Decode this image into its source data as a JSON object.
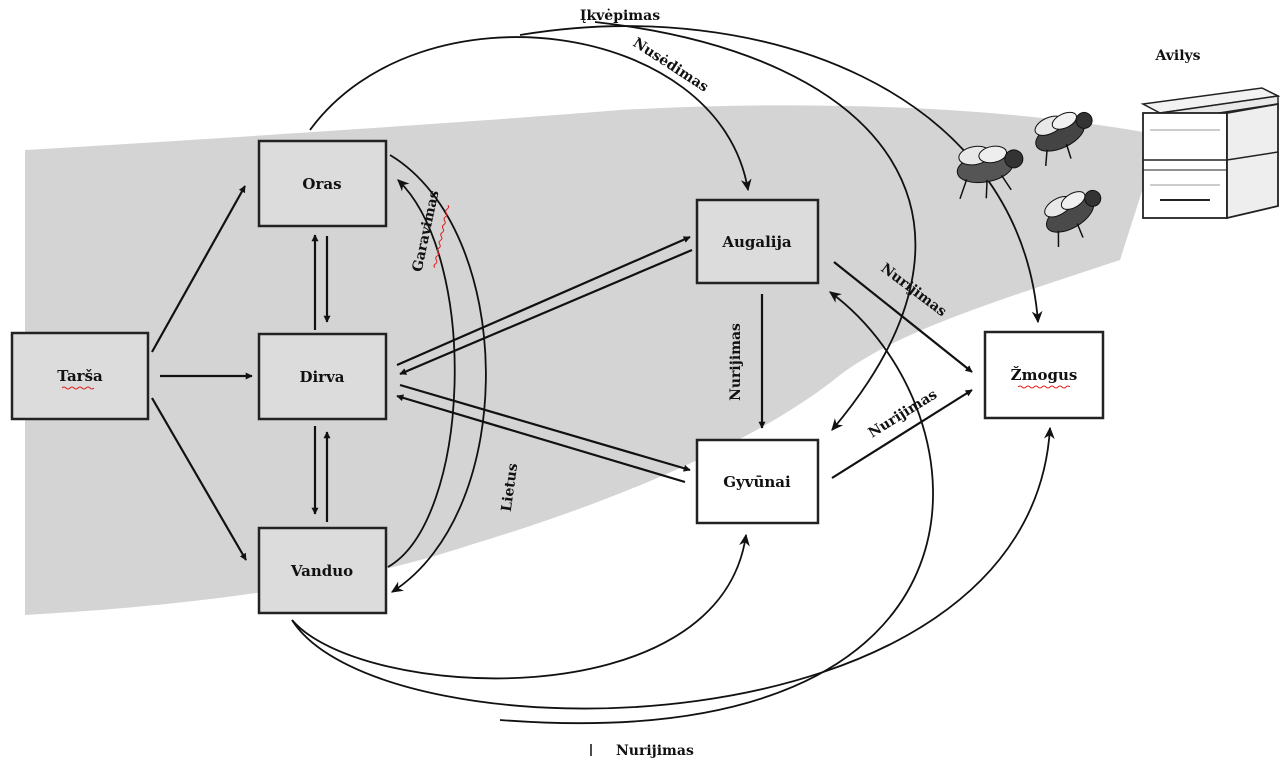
{
  "nodes": {
    "tarsa": "Tarša",
    "oras": "Oras",
    "dirva": "Dirva",
    "vanduo": "Vanduo",
    "augalija": "Augalija",
    "gyvunai": "Gyvūnai",
    "zmogus": "Žmogus"
  },
  "labels": {
    "ikvepimas": "Įkvėpimas",
    "nusedimas": "Nusėdimas",
    "garavimas": "Garavimas",
    "lietus": "Lietus",
    "nurijimas_vertical": "Nurijimas",
    "nurijimas_augalija_zmogus": "Nurijimas",
    "nurijimas_gyvunai_zmogus": "Nurijimas",
    "nurijimas_bottom": "Nurijimas"
  },
  "avilys": "Avilys",
  "colors": {
    "background_band": "#d4d4d4",
    "box_fill_grey": "#dcdcdc",
    "box_fill_white": "#ffffff",
    "spellcheck_underline": "#d22222"
  },
  "icons": [
    "beehive-icon",
    "bee-icon"
  ]
}
